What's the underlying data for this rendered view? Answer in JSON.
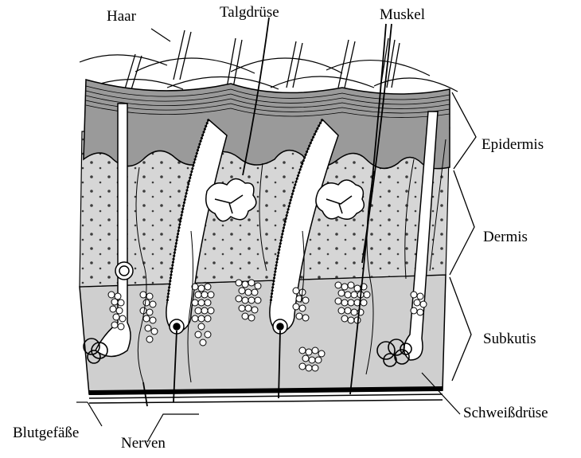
{
  "diagram": {
    "labels": {
      "haar": "Haar",
      "talgdruese": "Talgdrüse",
      "muskel": "Muskel",
      "epidermis": "Epidermis",
      "dermis": "Dermis",
      "subkutis": "Subkutis",
      "schweissdruese": "Schweißdrüse",
      "blutgefaesse": "Blutgefäße",
      "nerven": "Nerven"
    },
    "colors": {
      "epidermis": "#9a9a9a",
      "dermis": "#d6d6d6",
      "subkutis": "#cfcfcf",
      "outline": "#000000",
      "fat_cell": "#ffffff"
    }
  }
}
